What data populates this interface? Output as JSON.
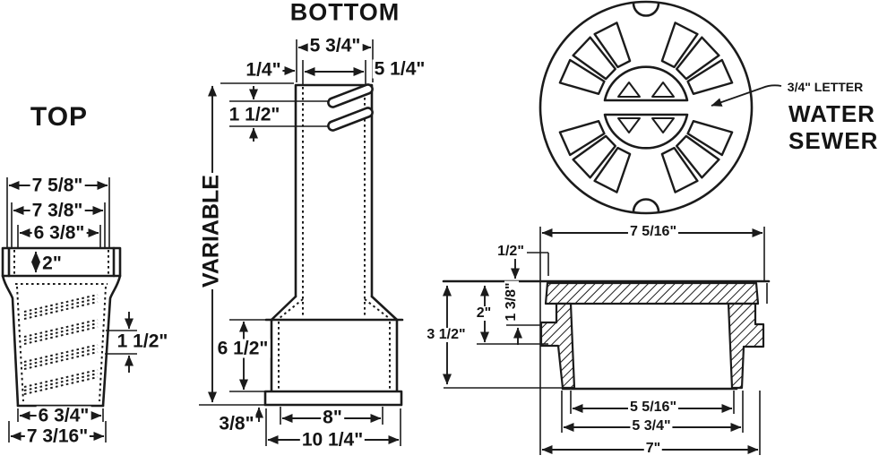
{
  "figures": {
    "top_view": {
      "title": "TOP",
      "dim_outer_top": "7 5/8\"",
      "dim_mid_top": "7 3/8\"",
      "dim_inner_top": "6 3/8\"",
      "dim_rim_depth": "2\"",
      "dim_thread_spacing": "1 1/2\"",
      "dim_bottom_inner": "6 3/4\"",
      "dim_bottom_outer": "7 3/16\""
    },
    "bottom_view": {
      "title": "BOTTOM",
      "dim_top_outer": "5 3/4\"",
      "dim_wall": "1/4\"",
      "dim_top_inner": "5 1/4\"",
      "dim_slot_spacing": "1 1/2\"",
      "dim_height": "VARIABLE",
      "dim_base_height": "6 1/2\"",
      "dim_flange_thickness": "3/8\"",
      "dim_base_inner": "8\"",
      "dim_base_outer": "10 1/4\""
    },
    "lid_top": {
      "callout": "3/4\" LETTER",
      "marking_line1": "WATER",
      "marking_line2": "SEWER"
    },
    "lid_section": {
      "dim_top_width": "7 5/16\"",
      "dim_lip": "1/2\"",
      "dim_overall_height": "3 1/2\"",
      "dim_seat_depth": "2\"",
      "dim_rim_depth": "1 3/8\"",
      "dim_bottom_inner": "5 5/16\"",
      "dim_bottom_mid": "5 3/4\"",
      "dim_bottom_outer": "7\""
    }
  }
}
